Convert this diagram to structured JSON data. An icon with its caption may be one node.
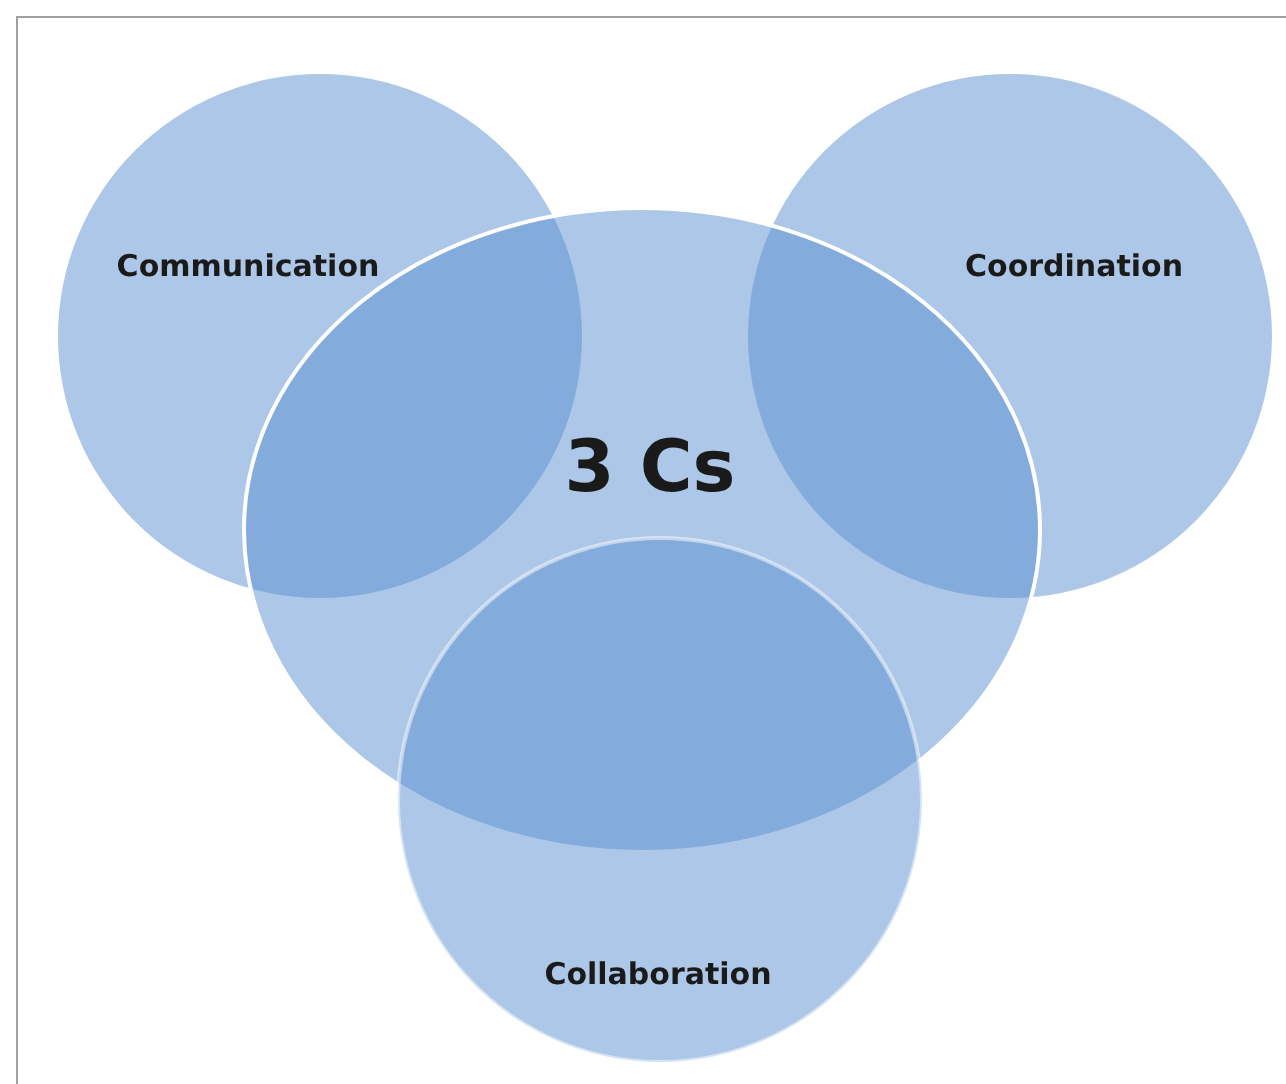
{
  "diagram": {
    "nodes": [
      {
        "text": [
          "Communication"
        ]
      },
      {
        "text": [
          "Coordination"
        ]
      },
      {
        "text": [
          "3 Cs"
        ]
      },
      {
        "text": [
          "Collaboration"
        ]
      }
    ]
  }
}
